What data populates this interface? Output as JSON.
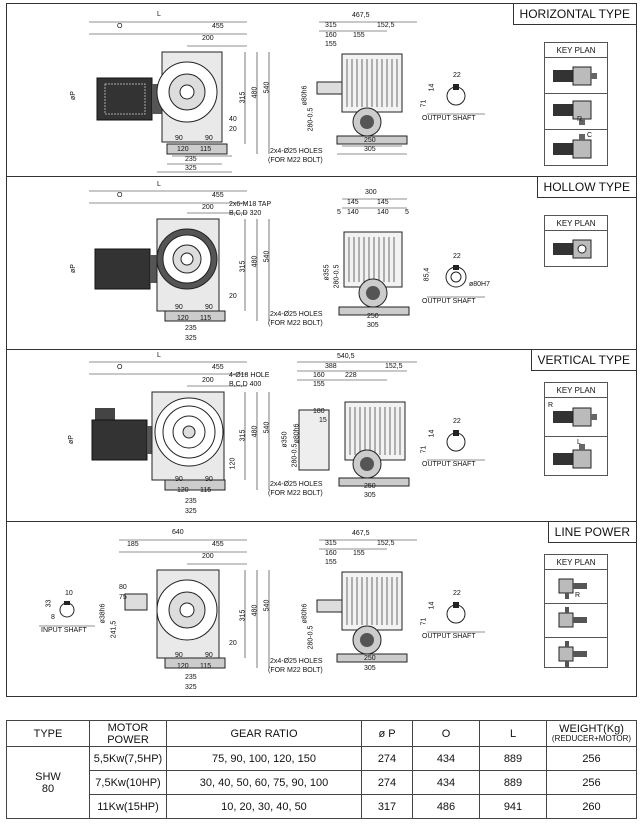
{
  "panels": [
    {
      "title": "HORIZONTAL TYPE",
      "keyplan_title": "KEY PLAN",
      "keyplan_labels": [
        "R",
        "C"
      ],
      "dims_front": [
        "L",
        "O",
        "455",
        "200",
        "øP",
        "315",
        "480",
        "540",
        "40",
        "20",
        "90",
        "90",
        "120",
        "115",
        "235",
        "325"
      ],
      "dims_side": [
        "467,5",
        "315",
        "152,5",
        "160",
        "155",
        "155",
        "ø80h6",
        "280-0.5",
        "250",
        "305"
      ],
      "shaft_dims": [
        "22",
        "14",
        "71"
      ],
      "shaft_label": "OUTPUT SHAFT",
      "holes_note": "2x4-Ø25 HOLES",
      "bolt_note": "(FOR M22 BOLT)"
    },
    {
      "title": "HOLLOW TYPE",
      "keyplan_title": "KEY PLAN",
      "dims_front": [
        "L",
        "O",
        "455",
        "200",
        "2x6-M18 TAP",
        "B,C,D 320",
        "øP",
        "315",
        "480",
        "540",
        "20",
        "90",
        "90",
        "120",
        "115",
        "235",
        "325"
      ],
      "dims_side": [
        "300",
        "145",
        "145",
        "5",
        "140",
        "140",
        "5",
        "ø355",
        "280-0.5",
        "250",
        "305"
      ],
      "shaft_dims": [
        "22",
        "85,4",
        "ø80H7"
      ],
      "shaft_label": "OUTPUT SHAFT",
      "holes_note": "2x4-Ø25 HOLES",
      "bolt_note": "(FOR M22 BOLT)"
    },
    {
      "title": "VERTICAL TYPE",
      "keyplan_title": "KEY PLAN",
      "keyplan_labels": [
        "R",
        "L"
      ],
      "dims_front": [
        "L",
        "O",
        "455",
        "200",
        "4-Ø18 HOLE",
        "B,C,D 400",
        "øP",
        "315",
        "480",
        "540",
        "120",
        "90",
        "90",
        "120",
        "115",
        "235",
        "325"
      ],
      "dims_side": [
        "540,5",
        "388",
        "152,5",
        "160",
        "228",
        "155",
        "180",
        "15",
        "ø350",
        "ø80h6",
        "280-0.5",
        "250",
        "305"
      ],
      "shaft_dims": [
        "22",
        "14",
        "71"
      ],
      "shaft_label": "OUTPUT SHAFT",
      "holes_note": "2x4-Ø25 HOLES",
      "bolt_note": "(FOR M22 BOLT)"
    },
    {
      "title": "LINE POWER",
      "keyplan_title": "KEY PLAN",
      "keyplan_labels": [
        "R"
      ],
      "dims_front": [
        "640",
        "185",
        "455",
        "200",
        "80",
        "75",
        "ø38h6",
        "241,5",
        "315",
        "480",
        "540",
        "20",
        "90",
        "90",
        "120",
        "115",
        "235",
        "325"
      ],
      "dims_side": [
        "467,5",
        "315",
        "152,5",
        "160",
        "155",
        "155",
        "ø80h6",
        "280-0.5",
        "250",
        "305"
      ],
      "shaft_dims": [
        "22",
        "14",
        "71"
      ],
      "shaft_label": "OUTPUT SHAFT",
      "input_dims": [
        "10",
        "33",
        "8"
      ],
      "input_label": "INPUT SHAFT",
      "holes_note": "2x4-Ø25 HOLES",
      "bolt_note": "(FOR M22 BOLT)"
    }
  ],
  "table": {
    "headers": [
      "TYPE",
      "MOTOR POWER",
      "GEAR RATIO",
      "ø P",
      "O",
      "L"
    ],
    "weight_header": "WEIGHT(Kg)",
    "weight_sub": "(REDUCER+MOTOR)",
    "type_name": "SHW",
    "type_size": "80",
    "rows": [
      {
        "motor": "5,5Kw(7,5HP)",
        "ratio": "75, 90, 100, 120, 150",
        "p": "274",
        "o": "434",
        "l": "889",
        "weight": "256"
      },
      {
        "motor": "7,5Kw(10HP)",
        "ratio": "30, 40, 50, 60, 75, 90, 100",
        "p": "274",
        "o": "434",
        "l": "889",
        "weight": "256"
      },
      {
        "motor": "11Kw(15HP)",
        "ratio": "10, 20, 30, 40, 50",
        "p": "317",
        "o": "486",
        "l": "941",
        "weight": "260"
      }
    ]
  }
}
